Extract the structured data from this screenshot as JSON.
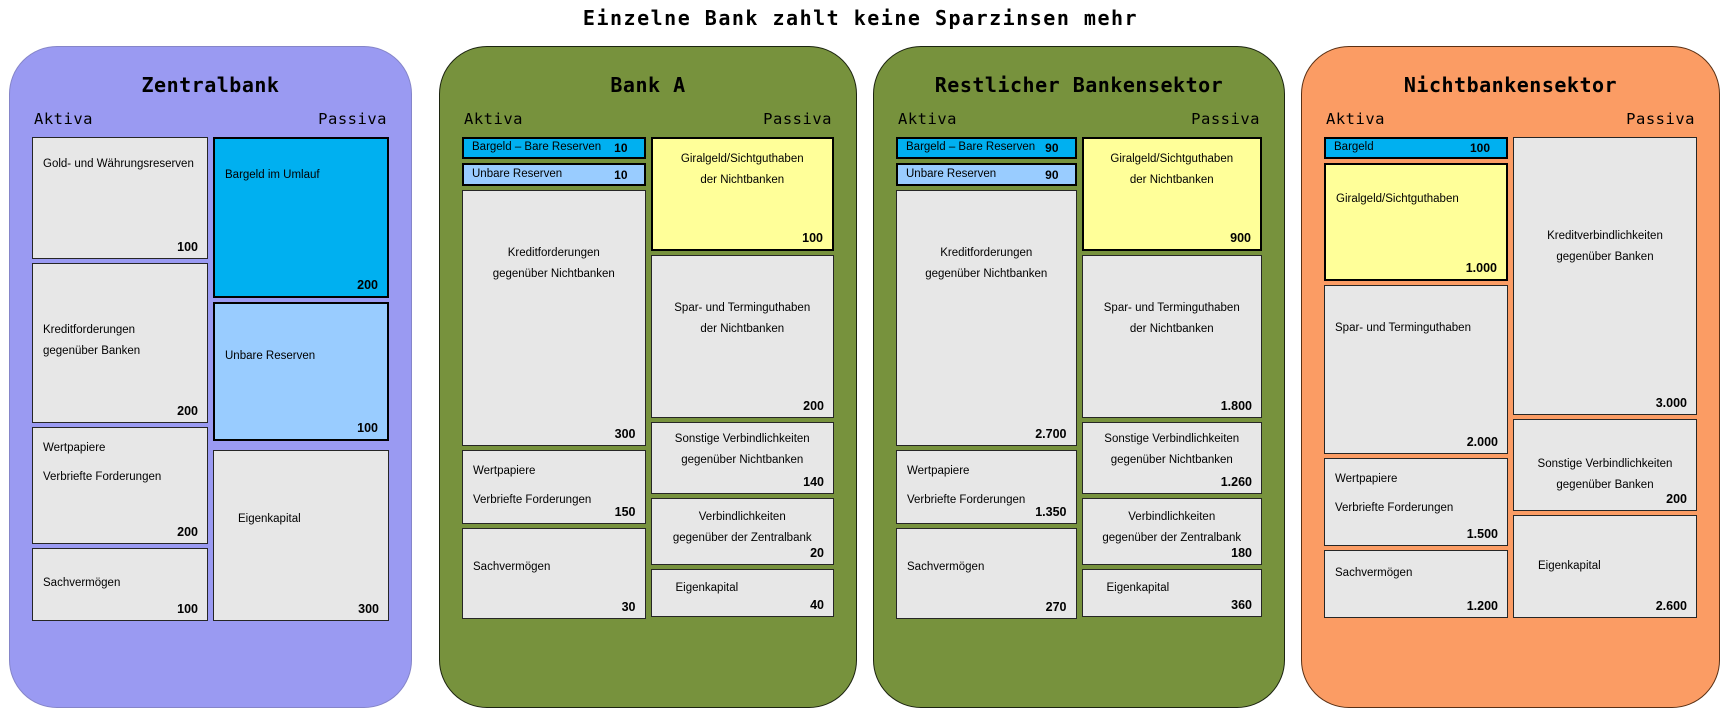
{
  "title": "Einzelne Bank zahlt keine Sparzinsen mehr",
  "colors": {
    "panel_zentralbank": "#9a9af2",
    "panel_banken": "#77923d",
    "panel_nichtbanken": "#fb9c64",
    "cyan": "#00b0f0",
    "lightblue": "#99ccff",
    "yellow": "#ffff99",
    "gray": "#e7e7e7"
  },
  "panels": [
    {
      "title": "Zentralbank",
      "aktiva_header": "Aktiva",
      "passiva_header": "Passiva",
      "aktiva": [
        {
          "label": [
            "Gold- und Währungsreserven"
          ],
          "value": "100",
          "fill": "gray"
        },
        {
          "label": [
            "Kreditforderungen",
            "gegenüber Banken"
          ],
          "value": "200",
          "fill": "gray"
        },
        {
          "label": [
            "Wertpapiere",
            "Verbriefte Forderungen"
          ],
          "value": "200",
          "fill": "gray"
        },
        {
          "label": [
            "Sachvermögen"
          ],
          "value": "100",
          "fill": "gray"
        }
      ],
      "passiva": [
        {
          "label": [
            "Bargeld im Umlauf"
          ],
          "value": "200",
          "fill": "cyan"
        },
        {
          "label": [
            "Unbare Reserven"
          ],
          "value": "100",
          "fill": "lightblue"
        },
        {
          "label": [
            "Eigenkapital"
          ],
          "value": "300",
          "fill": "gray"
        }
      ]
    },
    {
      "title": "Bank A",
      "aktiva_header": "Aktiva",
      "passiva_header": "Passiva",
      "aktiva": [
        {
          "label": [
            "Bargeld – Bare Reserven"
          ],
          "value": "10",
          "fill": "cyan"
        },
        {
          "label": [
            "Unbare Reserven"
          ],
          "value": "10",
          "fill": "lightblue"
        },
        {
          "label": [
            "Kreditforderungen",
            "gegenüber Nichtbanken"
          ],
          "value": "300",
          "fill": "gray"
        },
        {
          "label": [
            "Wertpapiere",
            "Verbriefte Forderungen"
          ],
          "value": "150",
          "fill": "gray"
        },
        {
          "label": [
            "Sachvermögen"
          ],
          "value": "30",
          "fill": "gray"
        }
      ],
      "passiva": [
        {
          "label": [
            "Giralgeld/Sichtguthaben",
            "der Nichtbanken"
          ],
          "value": "100",
          "fill": "yellow"
        },
        {
          "label": [
            "Spar- und Terminguthaben",
            "der Nichtbanken"
          ],
          "value": "200",
          "fill": "gray"
        },
        {
          "label": [
            "Sonstige Verbindlichkeiten",
            "gegenüber Nichtbanken"
          ],
          "value": "140",
          "fill": "gray"
        },
        {
          "label": [
            "Verbindlichkeiten",
            "gegenüber der Zentralbank"
          ],
          "value": "20",
          "fill": "gray"
        },
        {
          "label": [
            "Eigenkapital"
          ],
          "value": "40",
          "fill": "gray"
        }
      ]
    },
    {
      "title": "Restlicher Bankensektor",
      "aktiva_header": "Aktiva",
      "passiva_header": "Passiva",
      "aktiva": [
        {
          "label": [
            "Bargeld – Bare Reserven"
          ],
          "value": "90",
          "fill": "cyan"
        },
        {
          "label": [
            "Unbare Reserven"
          ],
          "value": "90",
          "fill": "lightblue"
        },
        {
          "label": [
            "Kreditforderungen",
            "gegenüber Nichtbanken"
          ],
          "value": "2.700",
          "fill": "gray"
        },
        {
          "label": [
            "Wertpapiere",
            "Verbriefte Forderungen"
          ],
          "value": "1.350",
          "fill": "gray"
        },
        {
          "label": [
            "Sachvermögen"
          ],
          "value": "270",
          "fill": "gray"
        }
      ],
      "passiva": [
        {
          "label": [
            "Giralgeld/Sichtguthaben",
            "der Nichtbanken"
          ],
          "value": "900",
          "fill": "yellow"
        },
        {
          "label": [
            "Spar- und Terminguthaben",
            "der Nichtbanken"
          ],
          "value": "1.800",
          "fill": "gray"
        },
        {
          "label": [
            "Sonstige Verbindlichkeiten",
            "gegenüber Nichtbanken"
          ],
          "value": "1.260",
          "fill": "gray"
        },
        {
          "label": [
            "Verbindlichkeiten",
            "gegenüber der Zentralbank"
          ],
          "value": "180",
          "fill": "gray"
        },
        {
          "label": [
            "Eigenkapital"
          ],
          "value": "360",
          "fill": "gray"
        }
      ]
    },
    {
      "title": "Nichtbankensektor",
      "aktiva_header": "Aktiva",
      "passiva_header": "Passiva",
      "aktiva": [
        {
          "label": [
            "Bargeld"
          ],
          "value": "100",
          "fill": "cyan"
        },
        {
          "label": [
            "Giralgeld/Sichtguthaben"
          ],
          "value": "1.000",
          "fill": "yellow"
        },
        {
          "label": [
            "Spar- und Terminguthaben"
          ],
          "value": "2.000",
          "fill": "gray"
        },
        {
          "label": [
            "Wertpapiere",
            "Verbriefte Forderungen"
          ],
          "value": "1.500",
          "fill": "gray"
        },
        {
          "label": [
            "Sachvermögen"
          ],
          "value": "1.200",
          "fill": "gray"
        }
      ],
      "passiva": [
        {
          "label": [
            "Kreditverbindlichkeiten",
            "gegenüber Banken"
          ],
          "value": "3.000",
          "fill": "gray"
        },
        {
          "label": [
            "Sonstige Verbindlichkeiten",
            "gegenüber Banken"
          ],
          "value": "200",
          "fill": "gray"
        },
        {
          "label": [
            "Eigenkapital"
          ],
          "value": "2.600",
          "fill": "gray"
        }
      ]
    }
  ]
}
